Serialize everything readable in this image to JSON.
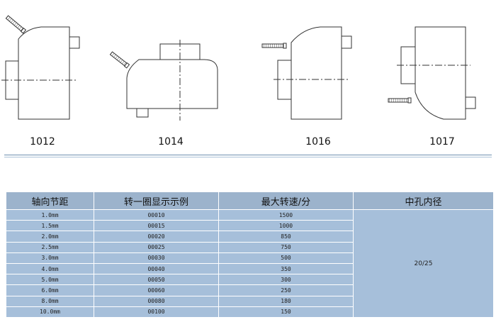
{
  "models": [
    "1012",
    "1014",
    "1016",
    "1017"
  ],
  "table": {
    "headers": [
      "轴向节距",
      "转一圈显示示例",
      "最大转速/分",
      "中孔内径"
    ],
    "rows": [
      [
        "1.0mm",
        "00010",
        "1500"
      ],
      [
        "1.5mm",
        "00015",
        "1000"
      ],
      [
        "2.0mm",
        "00020",
        "850"
      ],
      [
        "2.5mm",
        "00025",
        "750"
      ],
      [
        "3.0mm",
        "00030",
        "500"
      ],
      [
        "4.0mm",
        "00040",
        "350"
      ],
      [
        "5.0mm",
        "00050",
        "300"
      ],
      [
        "6.0mm",
        "00060",
        "250"
      ],
      [
        "8.0mm",
        "00080",
        "180"
      ],
      [
        "10.0mm",
        "00100",
        "150"
      ]
    ],
    "bore": "20/25"
  },
  "colors": {
    "line": "#333333",
    "header_bg": "#9cb3cc",
    "cell_bg": "#a6bfda",
    "divider": "#6f8fb0"
  }
}
